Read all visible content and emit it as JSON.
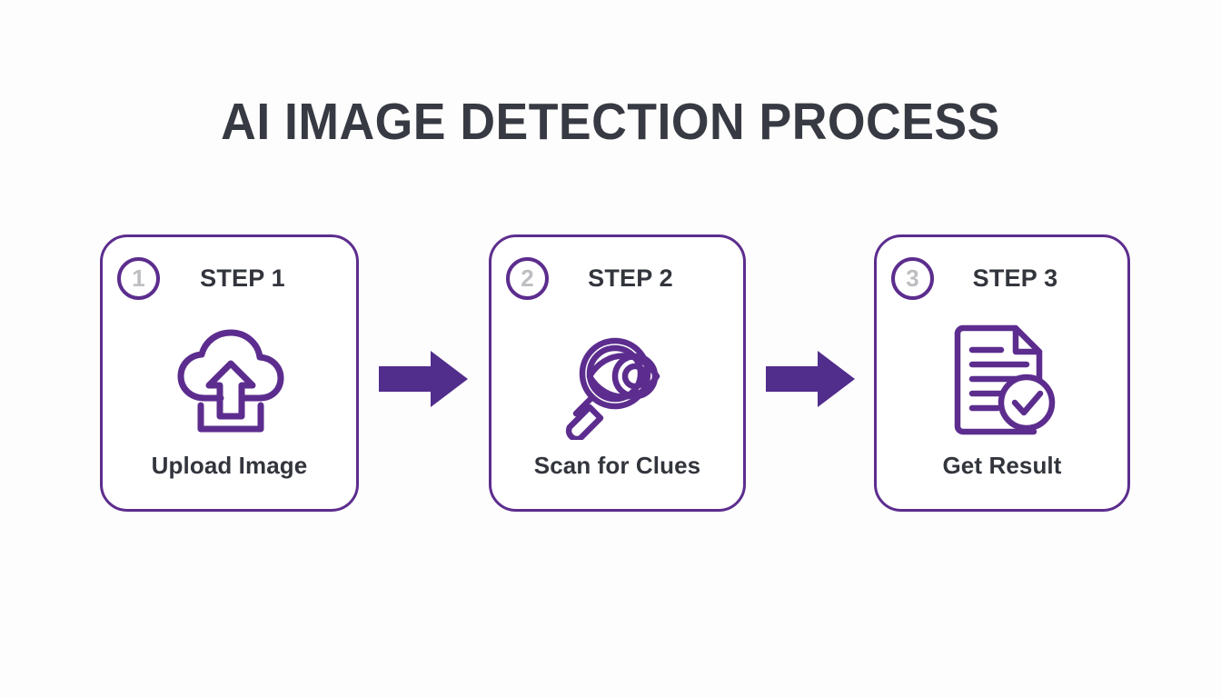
{
  "page": {
    "title": "AI IMAGE DETECTION PROCESS",
    "background_color": "#fdfdfd",
    "accent_color": "#5C2D8E",
    "arrow_color": "#512D8C",
    "text_color": "#33353D",
    "badge_number_color": "#BEBEC2"
  },
  "steps": [
    {
      "number": "1",
      "label": "STEP 1",
      "caption": "Upload Image",
      "icon": "cloud-upload-icon"
    },
    {
      "number": "2",
      "label": "STEP 2",
      "caption": "Scan for Clues",
      "icon": "magnifier-eye-scan-icon"
    },
    {
      "number": "3",
      "label": "STEP 3",
      "caption": "Get Result",
      "icon": "document-check-icon"
    }
  ],
  "connectors": [
    {
      "name": "arrow-right-1",
      "icon": "arrow-right-icon"
    },
    {
      "name": "arrow-right-2",
      "icon": "arrow-right-icon"
    }
  ]
}
